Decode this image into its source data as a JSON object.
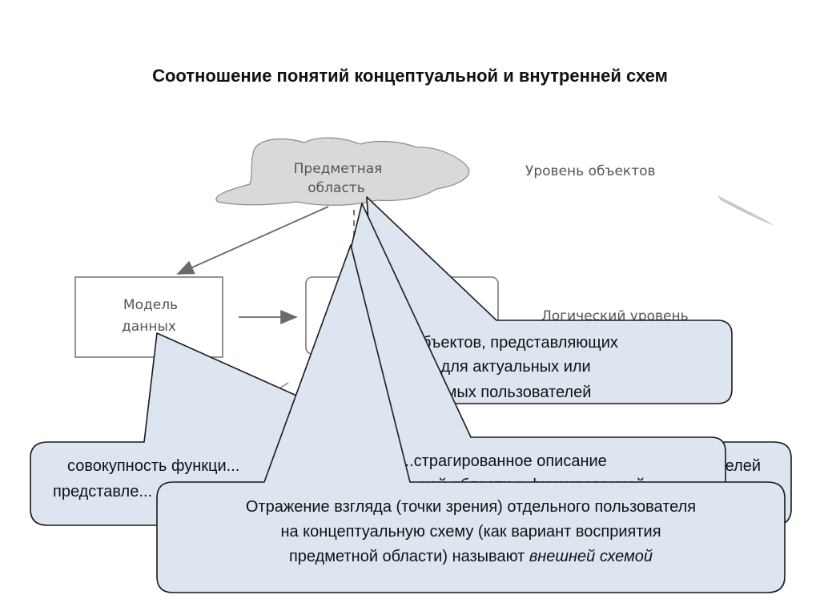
{
  "title": "Соотношение понятий концептуальной и внутренней схем",
  "colors": {
    "callout_fill": "#dde5f0",
    "callout_stroke": "#1a1a1a",
    "scan_gray": "#555555",
    "cloud_fill": "#d9d9d9"
  },
  "diagram": {
    "cloud_line1": "Предметная",
    "cloud_line2": "область",
    "level_objects": "Уровень объектов",
    "model_line1": "Модель",
    "model_line2": "данных",
    "center_box_fragment": "...",
    "level_logical": "Логический уровень"
  },
  "callouts": {
    "c1": {
      "line1": "...бор объектов, представляющих",
      "line2": "...терес для актуальных или",
      "line3": "...лагаемых пользователей"
    },
    "c2": {
      "line1": "совокупность функци...",
      "line2": "представле...",
      "right_fragment": "...телей"
    },
    "c3": {
      "line1": "...страгированное описание",
      "line2": "...ной области с фиксированной"
    },
    "c4": {
      "line1": "Отражение взгляда (точки зрения) отдельного пользователя",
      "line2": "на концептуальную схему (как вариант восприятия",
      "line3_normal": "предметной области) называют ",
      "line3_italic": "внешней схемой"
    }
  }
}
